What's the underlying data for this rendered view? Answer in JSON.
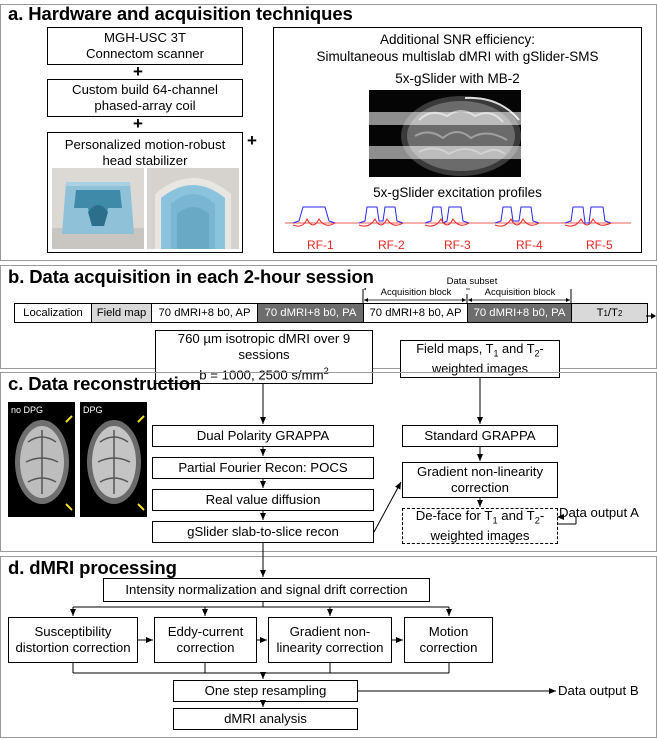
{
  "sections": {
    "a": {
      "title": "a. Hardware and acquisition techniques",
      "scanner": [
        "MGH-USC 3T",
        "Connectom scanner"
      ],
      "coil": [
        "Custom build 64-channel",
        "phased-array coil"
      ],
      "stabilizer": "Personalized motion-robust head stabilizer",
      "plus": "+",
      "sms_title": [
        "Additional SNR efficiency:",
        "Simultaneous multislab dMRI with gSlider-SMS"
      ],
      "mb_label": "5x-gSlider with MB-2",
      "profiles_label": "5x-gSlider excitation profiles",
      "rf_labels": [
        "RF-1",
        "RF-2",
        "RF-3",
        "RF-4",
        "RF-5"
      ]
    },
    "b": {
      "title": "b. Data acquisition in each 2-hour session",
      "timeline": [
        "Localization",
        "Field map",
        "70 dMRI+8 b0, AP",
        "70 dMRI+8 b0, PA",
        "70 dMRI+8 b0, AP",
        "70 dMRI+8 b0, PA"
      ],
      "t1t2": {
        "t1": "T",
        "s1": "1",
        "sep": "/T",
        "s2": "2"
      },
      "data_subset": "Data subset",
      "acq_block": "Acquisition block",
      "dmri_box": {
        "l1": "760 µm isotropic dMRI over 9",
        "l2": "sessions",
        "l3": "b = 1000, 2500 s/mm",
        "sup": "2"
      },
      "field_box": {
        "l1a": "Field maps, T",
        "s1": "1",
        "l1b": " and T",
        "s2": "2",
        "l1c": "-",
        "l2": "weighted images"
      }
    },
    "c": {
      "title": "c. Data reconstruction",
      "no_dpg": "no DPG",
      "dpg": "DPG",
      "left_steps": [
        "Dual Polarity GRAPPA",
        "Partial Fourier Recon: POCS",
        "Real value diffusion",
        "gSlider slab-to-slice recon"
      ],
      "right_steps": [
        "Standard GRAPPA",
        "Gradient non-linearity",
        "correction"
      ],
      "deface": {
        "a": "De-face for T",
        "s1": "1",
        "b": " and T",
        "s2": "2",
        "c": "-",
        "l2": "weighted images"
      },
      "output_a": "Data output A"
    },
    "d": {
      "title": "d. dMRI processing",
      "intensity": "Intensity normalization and signal drift correction",
      "steps": [
        [
          "Susceptibility",
          "distortion correction"
        ],
        [
          "Eddy-current",
          "correction"
        ],
        [
          "Gradient non-",
          "linearity correction"
        ],
        [
          "Motion",
          "correction"
        ]
      ],
      "resampling": "One step resampling",
      "analysis": "dMRI analysis",
      "output_b": "Data output B"
    }
  }
}
